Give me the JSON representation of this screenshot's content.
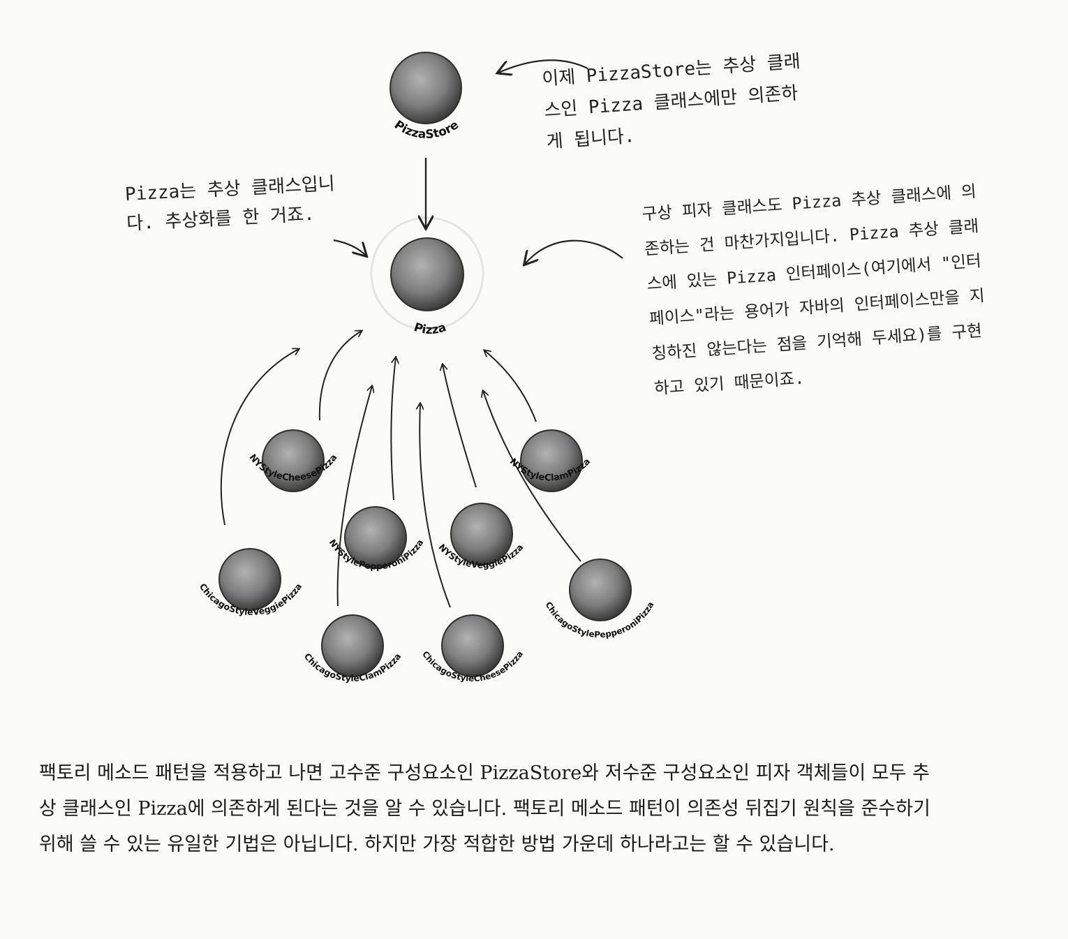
{
  "nodes": [
    {
      "id": "pizzastore",
      "label": "PizzaStore"
    },
    {
      "id": "pizza",
      "label": "Pizza"
    },
    {
      "id": "ny-cheese",
      "label": "NYStyleCheesePizza"
    },
    {
      "id": "ny-clam",
      "label": "NYStyleClamPizza"
    },
    {
      "id": "ny-pepperoni",
      "label": "NYStylePepperoniPizza"
    },
    {
      "id": "ny-veggie",
      "label": "NYStyleVeggiePizza"
    },
    {
      "id": "chi-veggie",
      "label": "ChicagoStyleVeggiePizza"
    },
    {
      "id": "chi-pepperoni",
      "label": "ChicagoStylePepperoniPizza"
    },
    {
      "id": "chi-clam",
      "label": "ChicagoStyleClamPizza"
    },
    {
      "id": "chi-cheese",
      "label": "ChicagoStyleCheesePizza"
    }
  ],
  "edges": [
    {
      "from": "pizzastore",
      "to": "pizza"
    },
    {
      "from": "chi-veggie",
      "to": "pizza"
    },
    {
      "from": "ny-cheese",
      "to": "pizza"
    },
    {
      "from": "ny-pepperoni",
      "to": "pizza"
    },
    {
      "from": "chi-clam",
      "to": "pizza"
    },
    {
      "from": "chi-cheese",
      "to": "pizza"
    },
    {
      "from": "ny-veggie",
      "to": "pizza"
    },
    {
      "from": "chi-pepperoni",
      "to": "pizza"
    },
    {
      "from": "ny-clam",
      "to": "pizza"
    }
  ],
  "annotations": {
    "pizzastore": "이제 PizzaStore는 추상 클래\n스인 Pizza 클래스에만 의존하\n게 됩니다.",
    "pizza": "Pizza는 추상 클래스입니\n다. 추상화를 한 거죠.",
    "concrete": "구상 피자 클래스도 Pizza 추상 클래스에 의\n존하는 건 마찬가지입니다. Pizza 추상 클래\n스에 있는 Pizza 인터페이스(여기에서 \"인터\n페이스\"라는 용어가 자바의 인터페이스만을 지\n칭하진 않는다는 점을 기억해 두세요)를 구현\n하고 있기 때문이죠."
  },
  "caption": "팩토리 메소드 패턴을 적용하고 나면 고수준 구성요소인 PizzaStore와 저수준 구성요소인 피자 객체들이 모두 추상 클래스인 Pizza에 의존하게 된다는 것을 알 수 있습니다. 팩토리 메소드 패턴이 의존성 뒤집기 원칙을 준수하기 위해 쓸 수 있는 유일한 기법은 아닙니다. 하지만 가장 적합한 방법 가운데 하나라고는 할 수 있습니다.",
  "colors": {
    "node_fill": "#7d7d7d",
    "node_dark": "#3c3c3c",
    "node_light": "#b2b2b2",
    "ink": "#222222",
    "paper": "#fbfbf9"
  }
}
